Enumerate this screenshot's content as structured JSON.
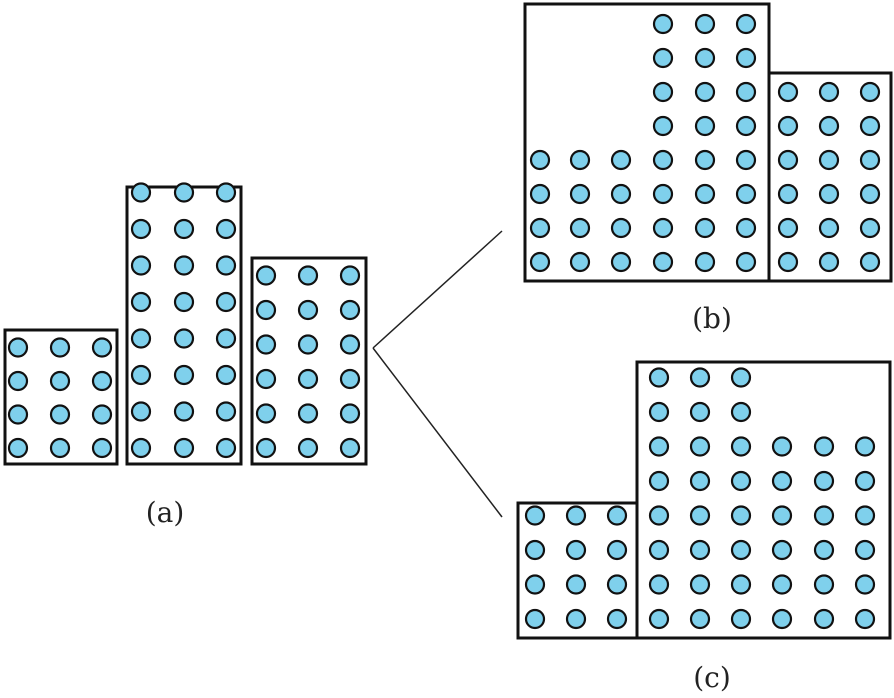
{
  "colors": {
    "dot_fill": "#7fd0ec",
    "dot_stroke": "#111111",
    "box_stroke": "#111111",
    "line": "#222222"
  },
  "captions": {
    "a": "(a)",
    "b": "(b)",
    "c": "(c)"
  },
  "panel_a": {
    "blocks": [
      {
        "name": "block-left",
        "cols": 3,
        "rows": 4
      },
      {
        "name": "block-middle",
        "cols": 3,
        "rows": 8
      },
      {
        "name": "block-right",
        "cols": 3,
        "rows": 6
      }
    ]
  },
  "panel_b": {
    "blocks": [
      {
        "name": "block-merged",
        "column_heights": [
          4,
          4,
          4,
          8,
          8,
          8
        ]
      },
      {
        "name": "block-right",
        "cols": 3,
        "rows": 6
      }
    ]
  },
  "panel_c": {
    "blocks": [
      {
        "name": "block-left",
        "cols": 3,
        "rows": 4
      },
      {
        "name": "block-merged",
        "column_heights": [
          8,
          8,
          8,
          6,
          6,
          6
        ]
      }
    ]
  }
}
